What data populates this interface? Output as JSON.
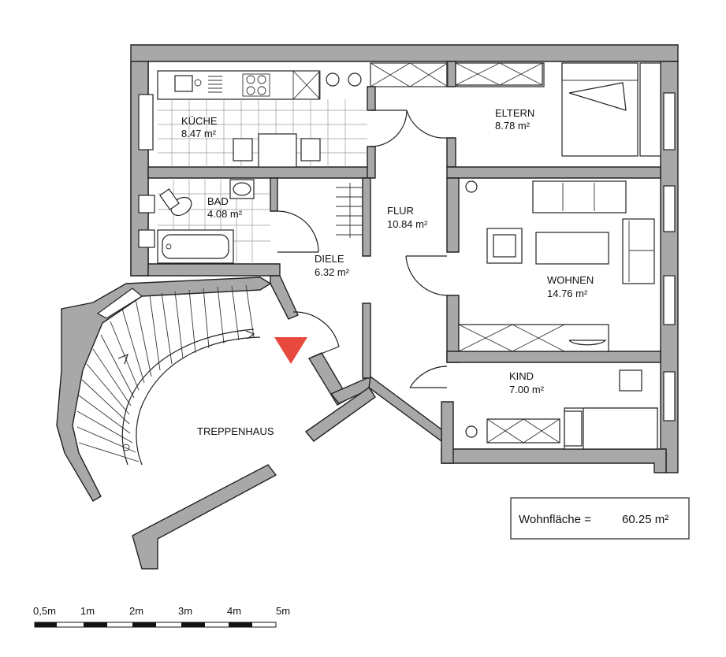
{
  "rooms": [
    {
      "name": "KÜCHE",
      "area": "8.47 m²"
    },
    {
      "name": "ELTERN",
      "area": "8.78 m²"
    },
    {
      "name": "BAD",
      "area": "4.08 m²"
    },
    {
      "name": "FLUR",
      "area": "10.84 m²"
    },
    {
      "name": "DIELE",
      "area": "6.32 m²"
    },
    {
      "name": "WOHNEN",
      "area": "14.76 m²"
    },
    {
      "name": "KIND",
      "area": "7.00 m²"
    },
    {
      "name": "TREPPENHAUS"
    }
  ],
  "total": {
    "label": "Wohnfläche  =",
    "value": "60.25  m²"
  },
  "scale": {
    "labels": [
      "0,5m",
      "1m",
      "2m",
      "3m",
      "4m",
      "5m"
    ]
  },
  "entrance_marker_color": "#e8493f"
}
